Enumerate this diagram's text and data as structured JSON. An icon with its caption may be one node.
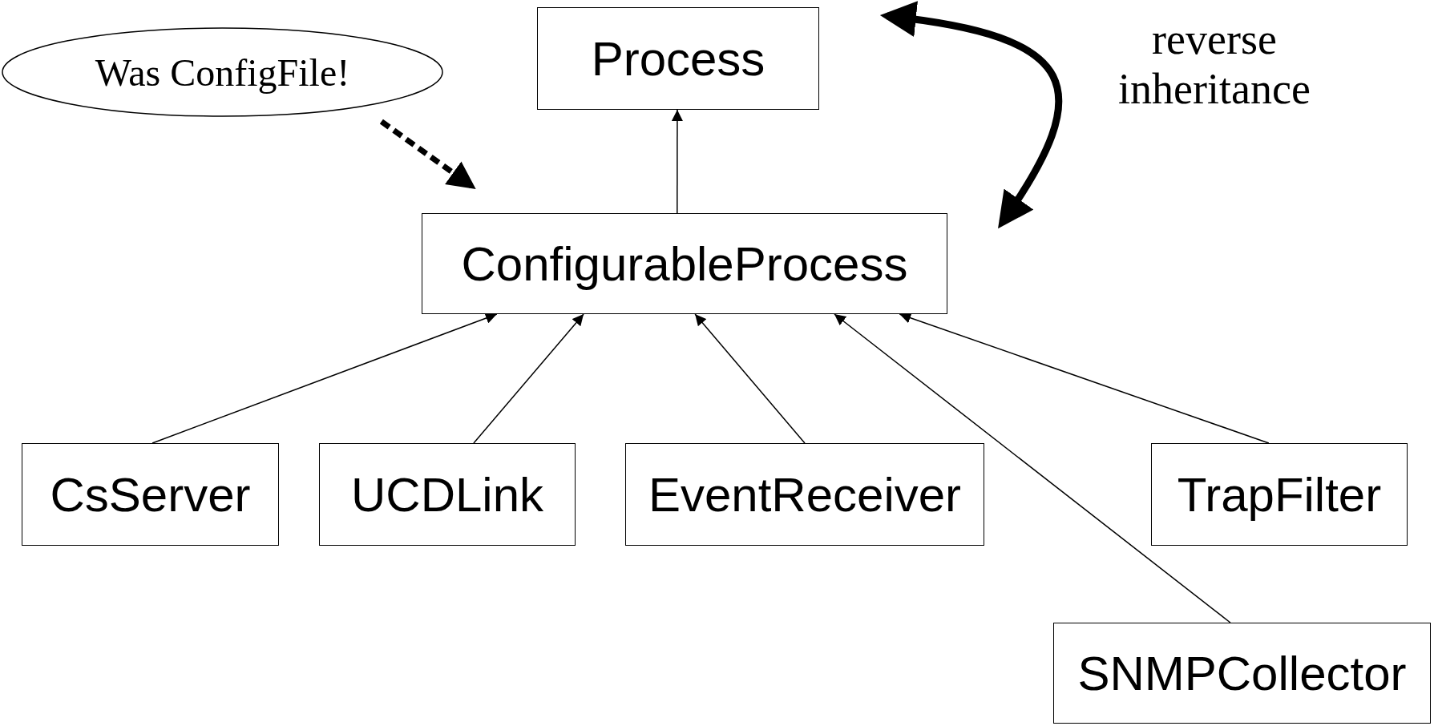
{
  "diagram": {
    "nodes": [
      {
        "text": [
          "Was ConfigFile!"
        ]
      },
      {
        "text": [
          "Process"
        ]
      },
      {
        "text": [
          "ConfigurableProcess"
        ]
      },
      {
        "text": [
          "CsServer"
        ]
      },
      {
        "text": [
          "UCDLink"
        ]
      },
      {
        "text": [
          "EventReceiver"
        ]
      },
      {
        "text": [
          "TrapFilter"
        ]
      },
      {
        "text": [
          "SNMPCollector"
        ]
      }
    ],
    "edges": [
      {
        "from": 2,
        "to": 1,
        "arrow": "to"
      },
      {
        "from": 3,
        "to": 2,
        "arrow": "to"
      },
      {
        "from": 4,
        "to": 2,
        "arrow": "to"
      },
      {
        "from": 5,
        "to": 2,
        "arrow": "to"
      },
      {
        "from": 7,
        "to": 2,
        "arrow": "to"
      },
      {
        "from": 6,
        "to": 2,
        "arrow": "to"
      },
      {
        "from": 0,
        "to": 2,
        "arrow": "to",
        "style": "dashed"
      },
      {
        "from": 1,
        "to": 2,
        "arrow": "both",
        "style": "thick",
        "label": "reverse inheritance"
      }
    ]
  }
}
